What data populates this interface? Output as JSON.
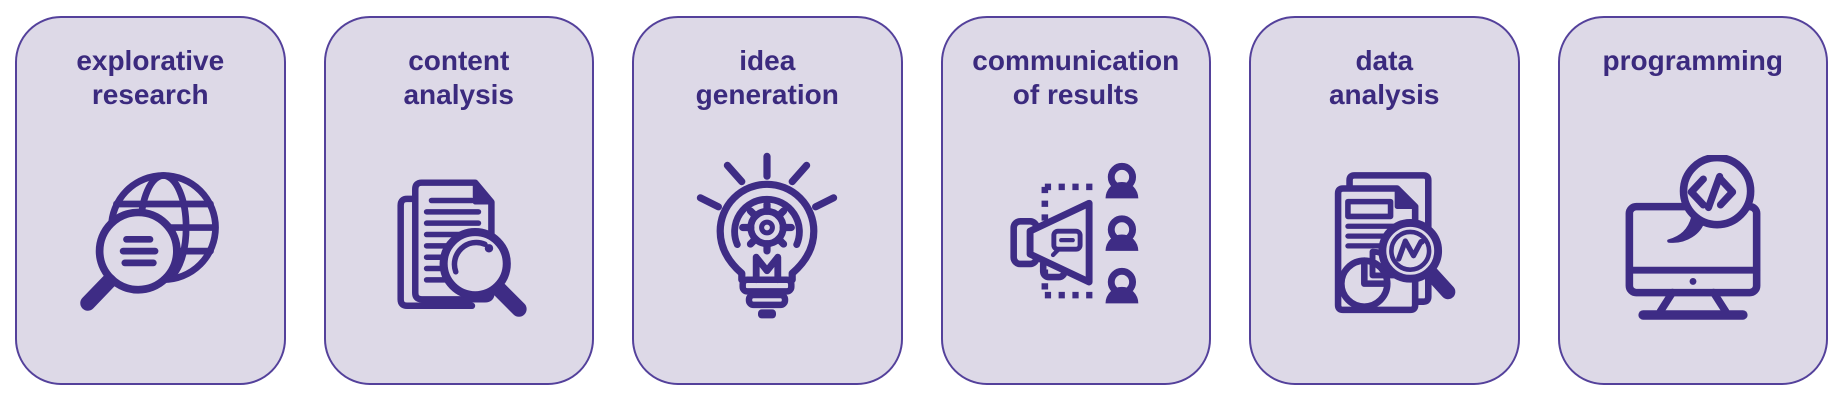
{
  "theme": {
    "page_bg": "#ffffff",
    "card_bg": "#DDD9E7",
    "border_color": "#54419B",
    "title_color": "#3B2A7E",
    "icon_color": "#3E2C85"
  },
  "cards": [
    {
      "title": "explorative research",
      "title_lines": [
        "explorative",
        "research"
      ],
      "icon": "globe-search-icon"
    },
    {
      "title": "content analysis",
      "title_lines": [
        "content",
        "analysis"
      ],
      "icon": "document-search-icon"
    },
    {
      "title": "idea generation",
      "title_lines": [
        "idea",
        "generation"
      ],
      "icon": "lightbulb-gear-icon"
    },
    {
      "title": "communication of results",
      "title_lines": [
        "communication",
        "of results"
      ],
      "icon": "megaphone-audience-icon"
    },
    {
      "title": "data analysis",
      "title_lines": [
        "data",
        "analysis"
      ],
      "icon": "report-chart-search-icon"
    },
    {
      "title": "programming",
      "title_lines": [
        "programming"
      ],
      "icon": "monitor-code-icon"
    }
  ]
}
